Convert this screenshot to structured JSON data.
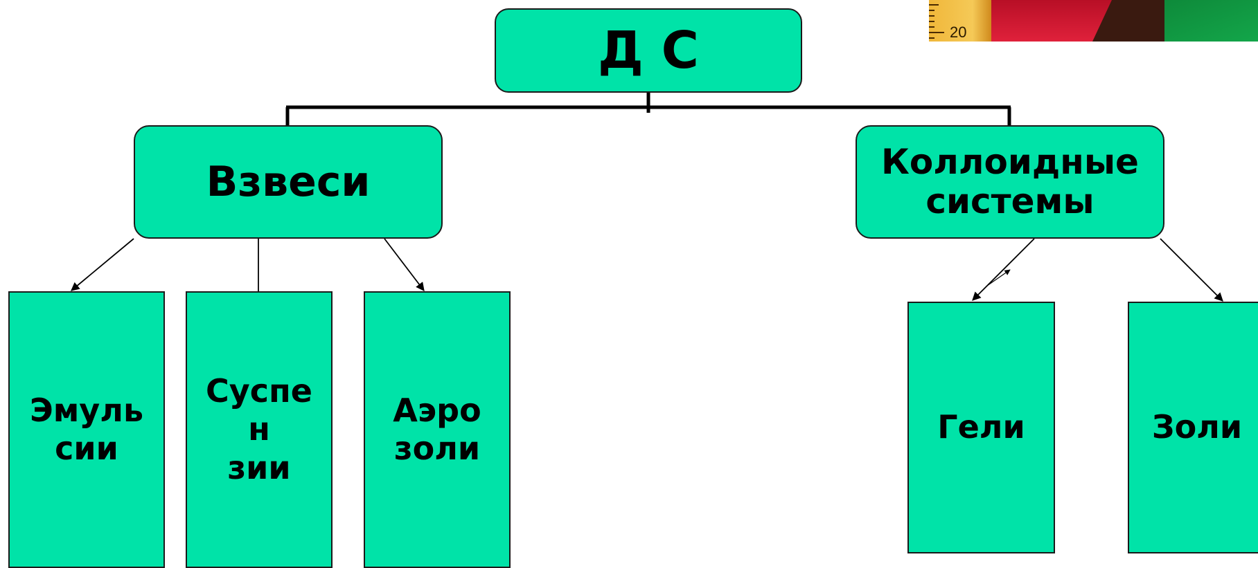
{
  "diagram": {
    "root": "Д С",
    "branches": [
      {
        "label": "Взвеси",
        "children": [
          "Эмуль\nсии",
          "Суспе\nн\nзии",
          "Аэро\nзоли"
        ]
      },
      {
        "label": "Коллоидные\nсистемы",
        "children": [
          "Гели",
          "Золи"
        ]
      }
    ]
  },
  "photo": {
    "ruler_number": "20"
  },
  "colors": {
    "node_fill": "#00e3a8",
    "border": "#1a1a1a"
  }
}
